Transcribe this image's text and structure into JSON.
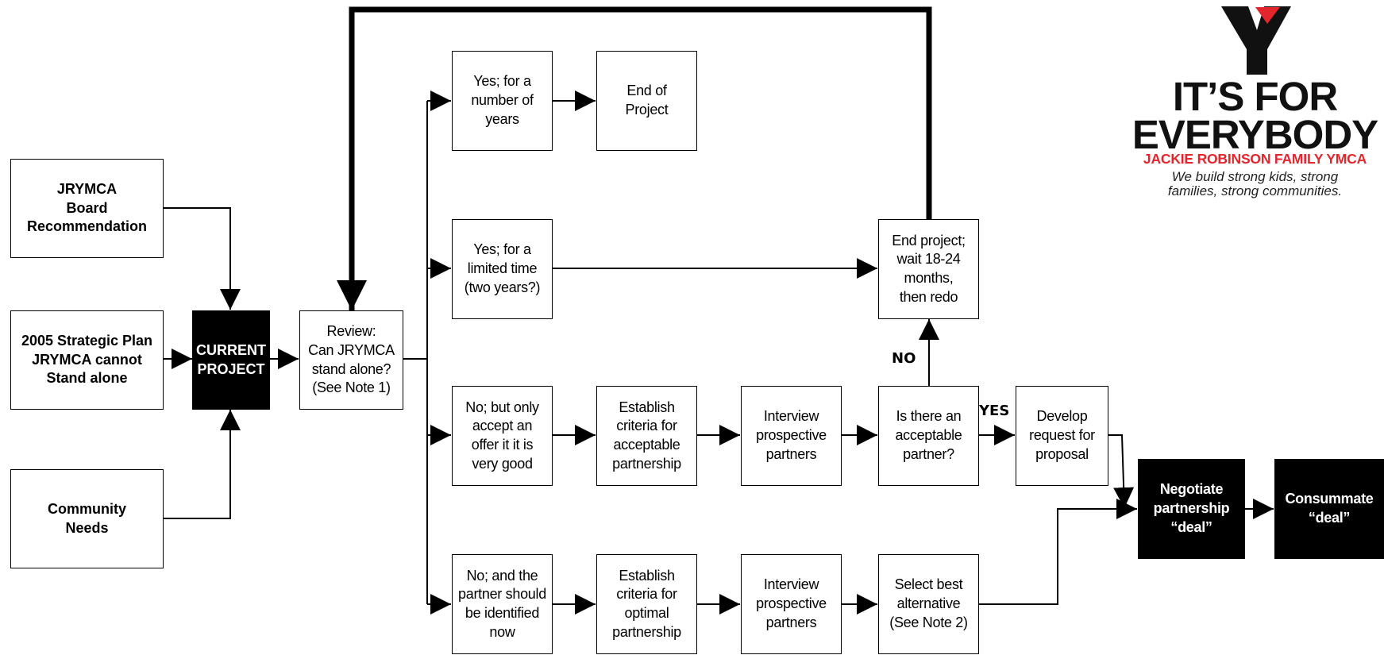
{
  "nodes": {
    "board": "JRYMCA\nBoard\nRecommendation",
    "plan": "2005 Strategic Plan\nJRYMCA cannot\nStand alone",
    "community": "Community\nNeeds",
    "current": "CURRENT\nPROJECT",
    "review": "Review:\nCan JRYMCA\nstand alone?\n(See Note 1)",
    "yes_years": "Yes; for a\nnumber of\nyears",
    "end_project": "End of\nProject",
    "yes_limited": "Yes; for a\nlimited time\n(two years?)",
    "end_wait": "End project;\nwait 18-24\nmonths,\nthen redo",
    "no_offer": "No; but only\naccept an\noffer it it is\nvery good",
    "criteria_acceptable": "Establish\ncriteria for\nacceptable\npartnership",
    "interview_1": "Interview\nprospective\npartners",
    "acceptable_partner": "Is there an\nacceptable\npartner?",
    "develop_request": "Develop\nrequest for\nproposal",
    "negotiate": "Negotiate\npartnership\n“deal”",
    "consummate": "Consummate\n“deal”",
    "no_identified": "No; and the\npartner should\nbe identified\nnow",
    "criteria_optimal": "Establish\ncriteria for\noptimal\npartnership",
    "interview_2": "Interview\nprospective\npartners",
    "select_best": "Select best\nalternative\n(See Note 2)"
  },
  "edge_labels": {
    "no": "NO",
    "yes": "YES"
  },
  "logo": {
    "line1": "IT’S FOR",
    "line2": "EVERYBODY",
    "org": "JACKIE ROBINSON FAMILY YMCA",
    "tagline": "We build strong kids, strong\nfamilies, strong communities.",
    "colors": {
      "red": "#e3262e",
      "black": "#111111"
    }
  }
}
